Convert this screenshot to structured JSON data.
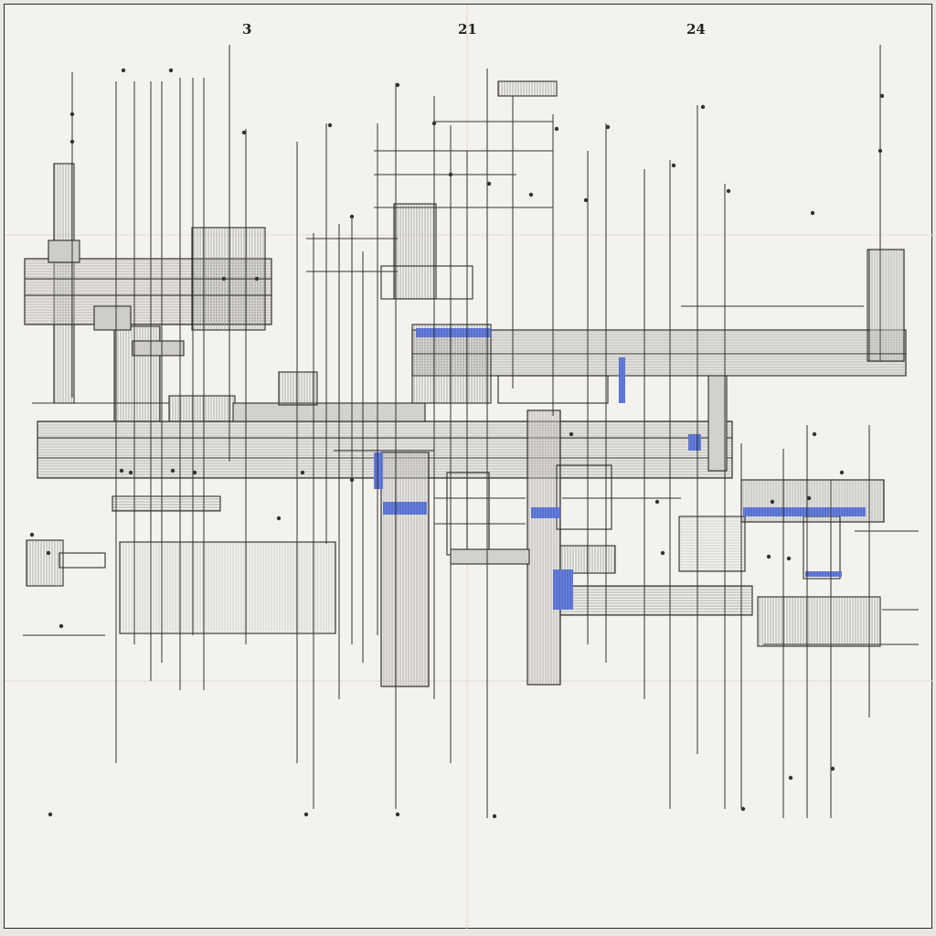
{
  "drawing": {
    "header_numbers": [
      "3",
      "21",
      "24"
    ]
  },
  "colors": {
    "paper": "#f4f2ed",
    "ink": "#2d2d2d",
    "hatch": "#7b7b7b",
    "fill_grey": "#d3d1cc",
    "accent_blue": "#4a63c8"
  }
}
